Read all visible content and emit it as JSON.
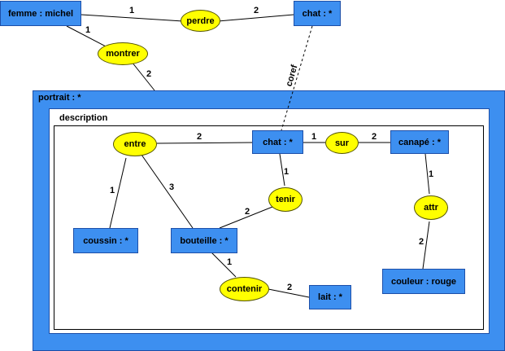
{
  "outer_concepts": {
    "femme": "femme : michel",
    "chat_top": "chat : *"
  },
  "outer_relations": {
    "perdre": "perdre",
    "montrer": "montrer"
  },
  "context": {
    "title": "portrait : *",
    "inner_title": "description"
  },
  "inner_concepts": {
    "chat": "chat : *",
    "canape": "canapé : *",
    "coussin": "coussin : *",
    "bouteille": "bouteille : *",
    "lait": "lait : *",
    "couleur": "couleur : rouge"
  },
  "inner_relations": {
    "entre": "entre",
    "sur": "sur",
    "tenir": "tenir",
    "attr": "attr",
    "contenir": "contenir"
  },
  "edge_labels": {
    "femme_perdre": "1",
    "perdre_chat": "2",
    "femme_montrer": "1",
    "montrer_portrait": "2",
    "coref": "coref",
    "entre_chat": "2",
    "entre_coussin": "1",
    "entre_bouteille": "3",
    "chat_sur": "1",
    "sur_canape": "2",
    "chat_tenir": "1",
    "tenir_bouteille": "2",
    "canape_attr": "1",
    "attr_couleur": "2",
    "bouteille_contenir": "1",
    "contenir_lait": "2"
  },
  "colors": {
    "concept_fill": "#3d8ff0",
    "relation_fill": "#ffff00",
    "context_fill": "#3d8ff0"
  }
}
